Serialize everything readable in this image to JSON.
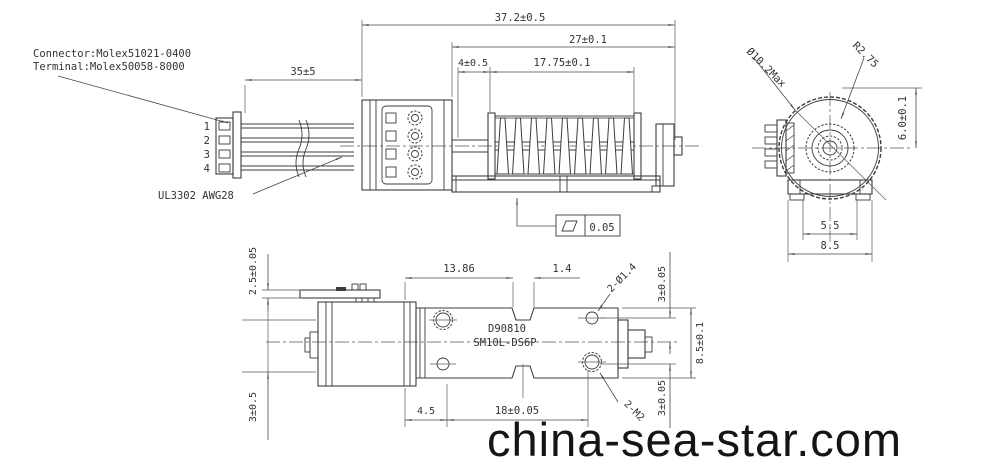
{
  "drawing": {
    "notes": {
      "connector": "Connector:Molex51021-0400",
      "terminal": "Terminal:Molex50058-8000",
      "wire_spec": "UL3302 AWG28",
      "pins": [
        "1",
        "2",
        "3",
        "4"
      ]
    },
    "side_view": {
      "dim_overall": "37.2±0.5",
      "dim_body": "27±0.1",
      "dim_gap": "4±0.5",
      "dim_worm": "17.75±0.1",
      "dim_wire_length": "35±5",
      "flatness_tolerance": "0.05"
    },
    "end_view": {
      "dim_diameter": "Ø10.2Max",
      "dim_radius": "R2.75",
      "dim_height": "6.0±0.1",
      "dim_width_inner": "5.5",
      "dim_width_outer": "8.5"
    },
    "bottom_view": {
      "part_no": "D90810",
      "model": "SM10L-DS6P",
      "dim_bracket": "13.86",
      "dim_notch": "1.4",
      "dim_holes_small": "2-Ø1.4",
      "dim_offset_top": "3±0.05",
      "dim_height": "8.5±0.1",
      "dim_holes_thread": "2-M2",
      "dim_offset_bottom": "3±0.05",
      "dim_span": "18±0.05",
      "dim_front": "4.5",
      "dim_plate": "2.5±0.05",
      "dim_side": "3±0.5"
    },
    "watermark": "china-sea-star.com",
    "colors": {
      "line": "#3c3c3c",
      "text": "#333333",
      "watermark": "#151515",
      "background": "#ffffff"
    }
  }
}
